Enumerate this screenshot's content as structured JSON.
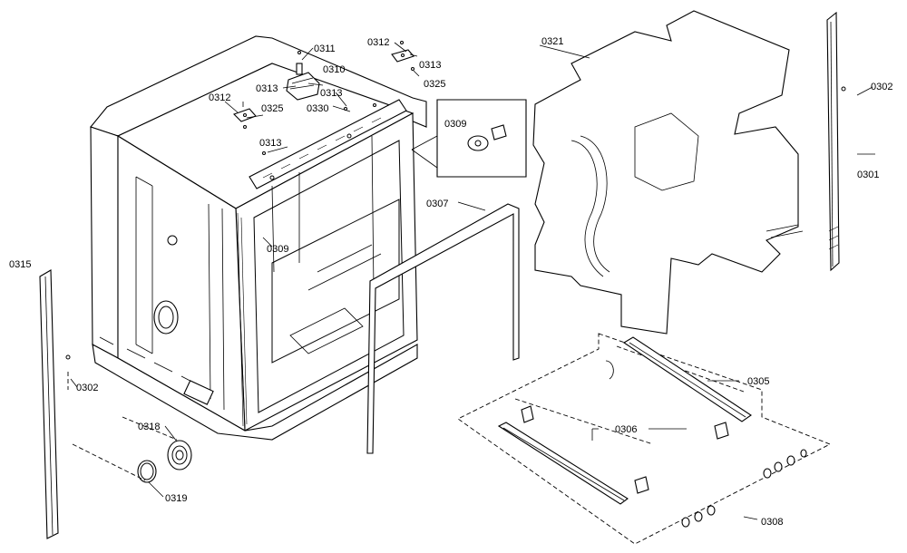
{
  "labels": {
    "l0301": "0301",
    "l0302_right": "0302",
    "l0302_left": "0302",
    "l0305": "0305",
    "l0306": "0306",
    "l0307": "0307",
    "l0308": "0308",
    "l0309_box": "0309",
    "l0309_inner": "0309",
    "l0310": "0310",
    "l0311": "0311",
    "l0312_top": "0312",
    "l0312_left": "0312",
    "l0313_top": "0313",
    "l0313_mid": "0313",
    "l0313_center": "0313",
    "l0313_left": "0313",
    "l0315": "0315",
    "l0318": "0318",
    "l0319": "0319",
    "l0321": "0321",
    "l0325_top": "0325",
    "l0325_left": "0325",
    "l0330": "0330"
  }
}
